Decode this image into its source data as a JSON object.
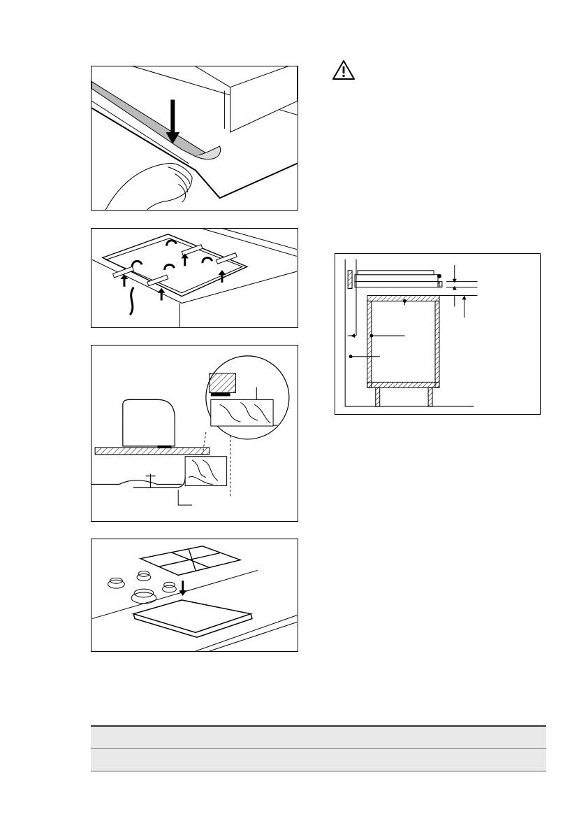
{
  "figures": [
    {
      "name": "figure-seal-strip"
    },
    {
      "name": "figure-brackets"
    },
    {
      "name": "figure-burner-section"
    },
    {
      "name": "figure-panel-placement"
    },
    {
      "name": "figure-cabinet-dimensions"
    }
  ],
  "warning": {
    "icon": "warning-triangle-icon"
  },
  "table": {
    "rows": [
      {
        "cells": [
          ""
        ]
      },
      {
        "cells": [
          ""
        ]
      }
    ]
  }
}
